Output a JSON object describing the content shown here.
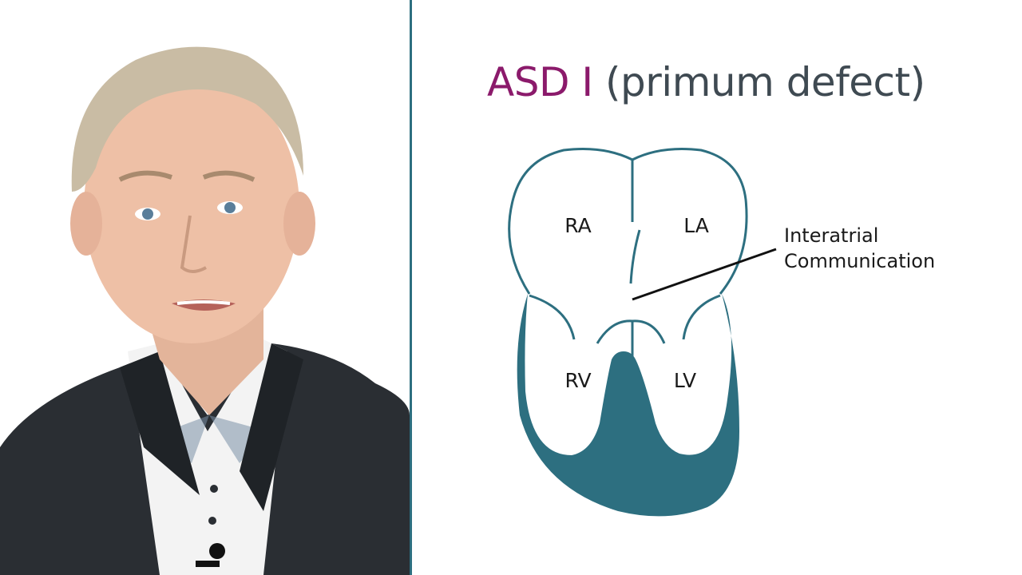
{
  "slide": {
    "title_accent": "ASD I",
    "title_rest": "(primum defect)",
    "colors": {
      "accent": "#8b1a6b",
      "title_gray": "#3f4a52",
      "teal": "#2d6f80"
    }
  },
  "diagram": {
    "chambers": {
      "ra": "RA",
      "la": "LA",
      "rv": "RV",
      "lv": "LV"
    },
    "callout_line1": "Interatrial",
    "callout_line2": "Communication"
  }
}
